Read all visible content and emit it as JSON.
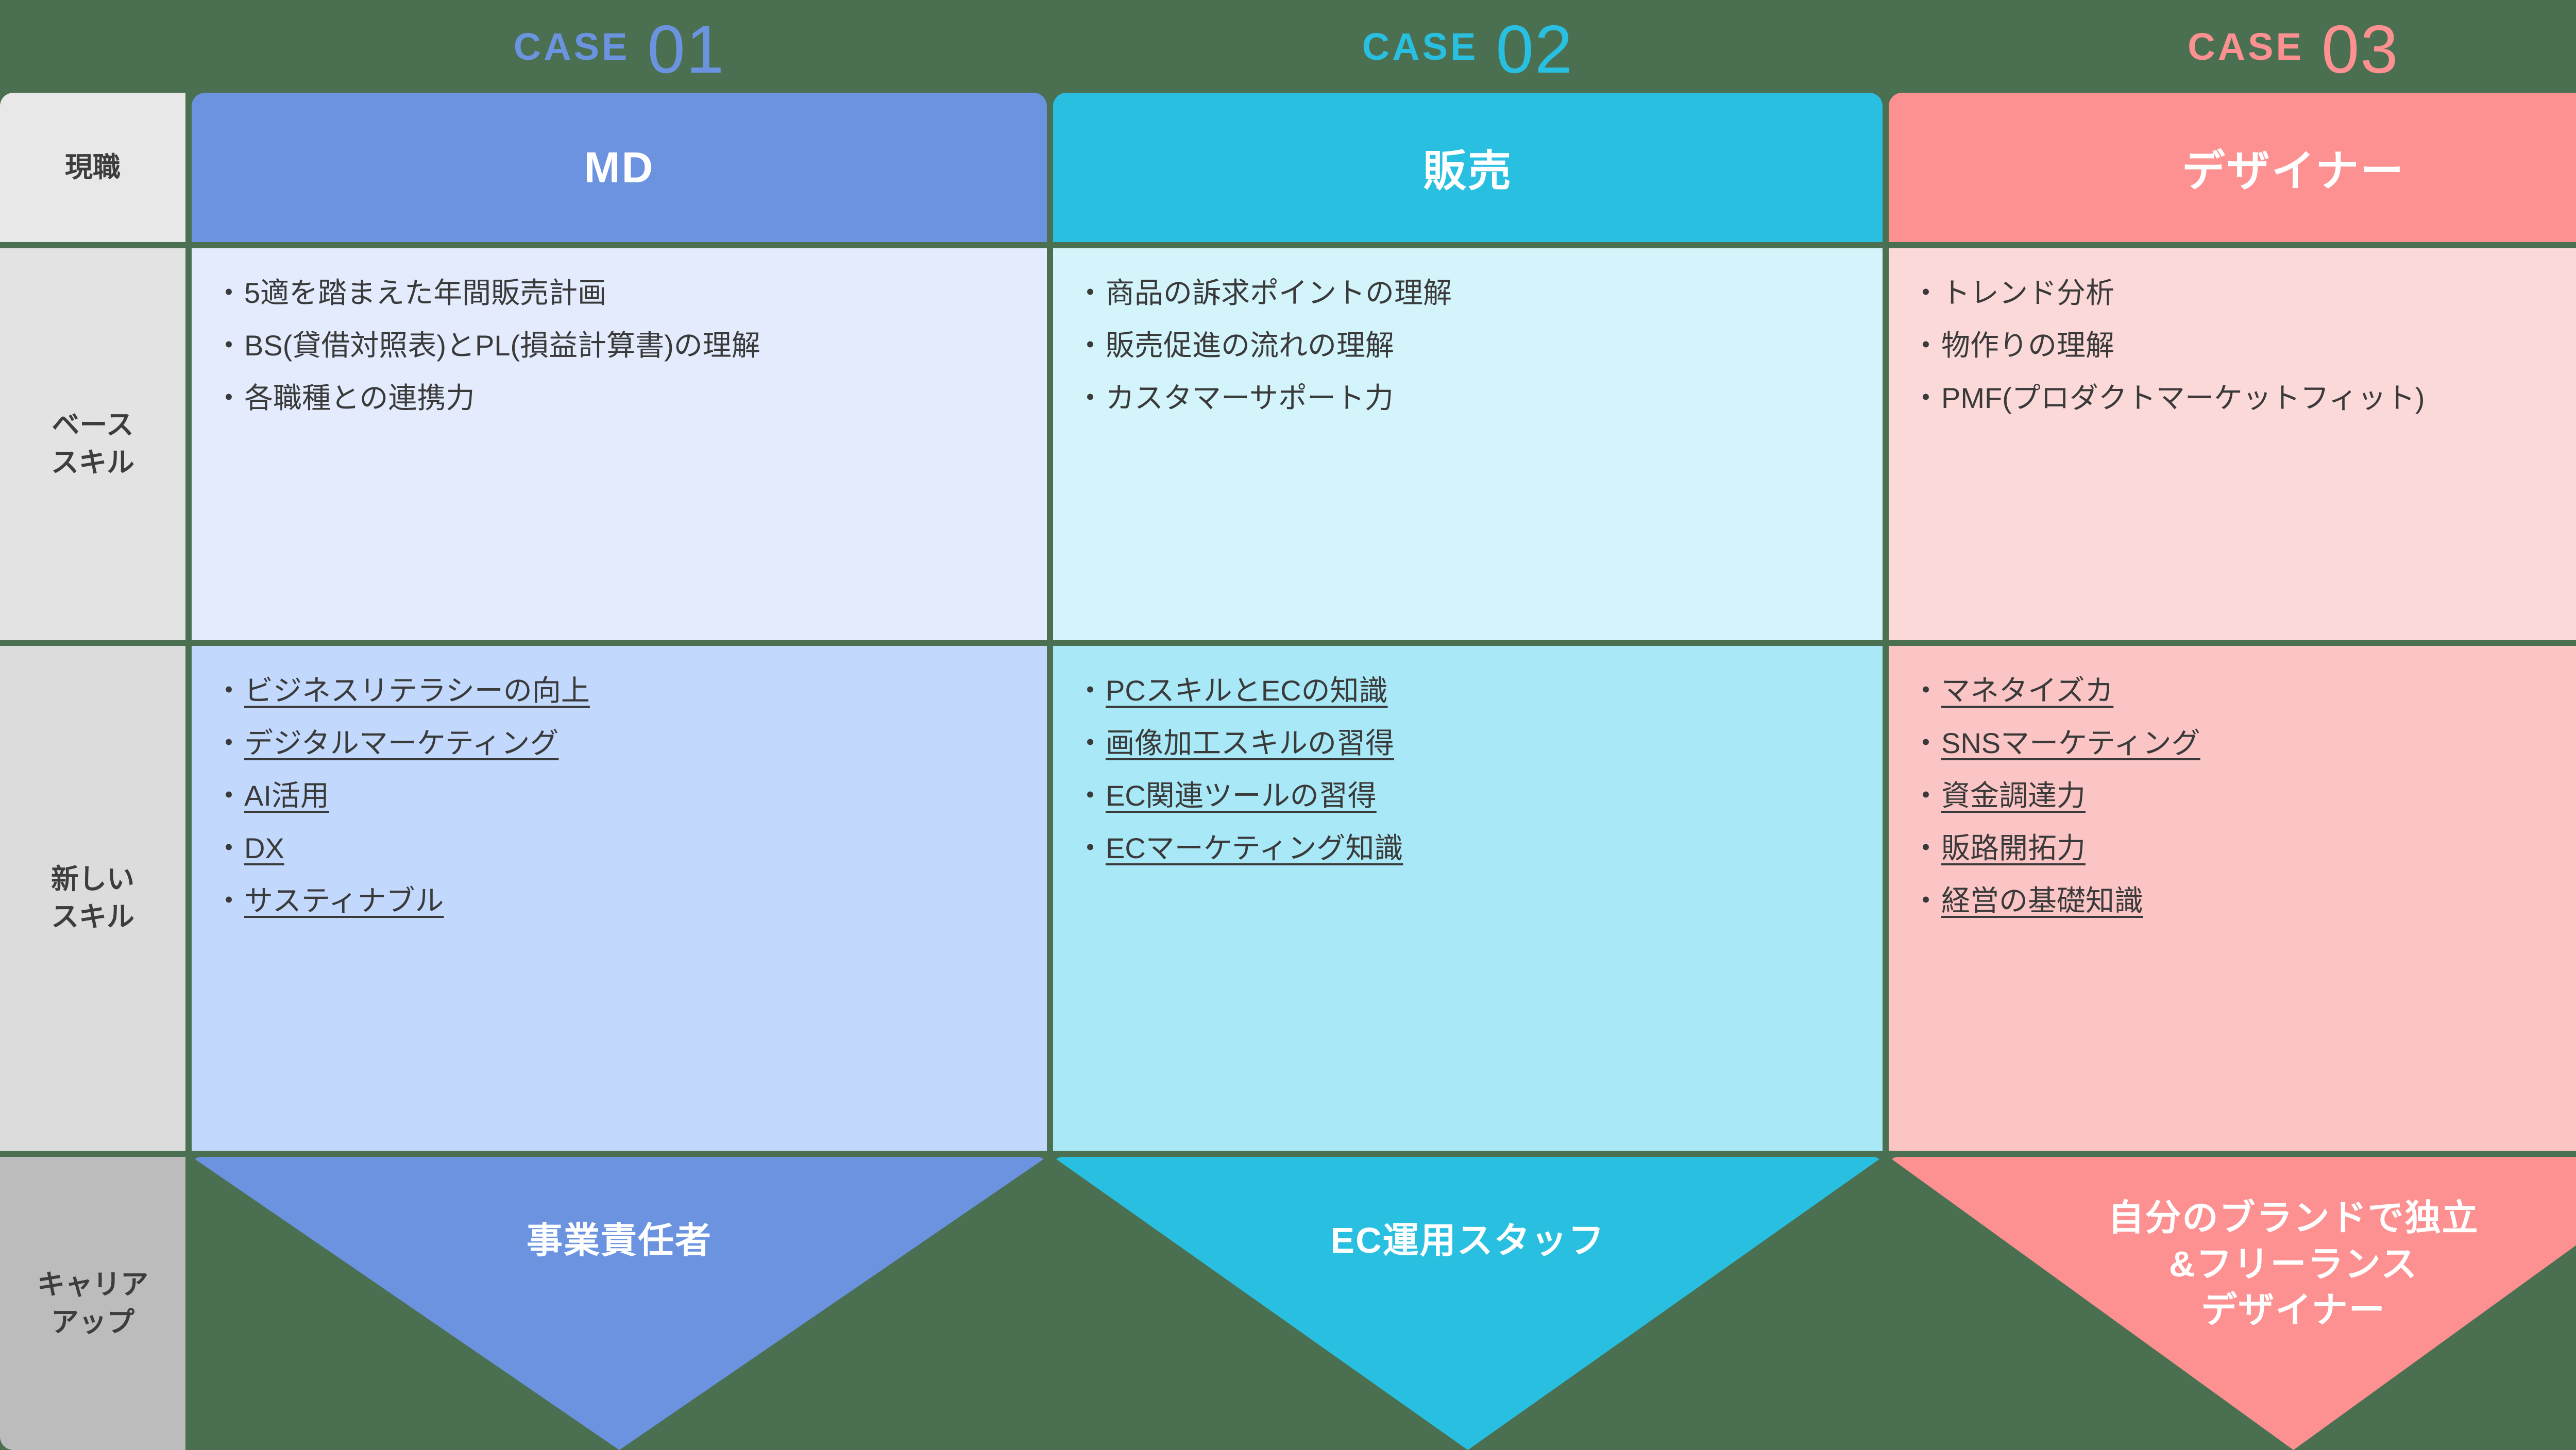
{
  "colors": {
    "background": "#4a7051",
    "case1": "#6b93e0",
    "case2": "#29bfe0",
    "case3": "#fd9090",
    "case1_base_bg": "#e3ebfd",
    "case1_new_bg": "#c2d9fd",
    "case2_base_bg": "#d4f4fb",
    "case2_new_bg": "#a9e8f6",
    "case3_base_bg": "#fcd9d9",
    "case3_new_bg": "#fbc5c5"
  },
  "cases": [
    {
      "word": "CASE",
      "number": "01"
    },
    {
      "word": "CASE",
      "number": "02"
    },
    {
      "word": "CASE",
      "number": "03"
    }
  ],
  "row_labels": {
    "current_job": "現職",
    "base_skill_line1": "ベース",
    "base_skill_line2": "スキル",
    "new_skill_line1": "新しい",
    "new_skill_line2": "スキル",
    "career_up_line1": "キャリア",
    "career_up_line2": "アップ"
  },
  "columns": [
    {
      "job_title": "MD",
      "base_skills": [
        "5適を踏まえた年間販売計画",
        "BS(貸借対照表)とPL(損益計算書)の理解",
        "各職種との連携力"
      ],
      "new_skills": [
        "ビジネスリテラシーの向上",
        "デジタルマーケティング",
        "AI活用",
        "DX",
        "サスティナブル"
      ],
      "career_up": [
        "事業責任者"
      ]
    },
    {
      "job_title": "販売",
      "base_skills": [
        "商品の訴求ポイントの理解",
        "販売促進の流れの理解",
        "カスタマーサポート力"
      ],
      "new_skills": [
        "PCスキルとECの知識",
        "画像加工スキルの習得",
        "EC関連ツールの習得",
        "ECマーケティング知識"
      ],
      "career_up": [
        "EC運用スタッフ"
      ]
    },
    {
      "job_title": "デザイナー",
      "base_skills": [
        "トレンド分析",
        "物作りの理解",
        "PMF(プロダクトマーケットフィット)"
      ],
      "new_skills": [
        "マネタイズカ",
        "SNSマーケティング",
        "資金調達力",
        "販路開拓力",
        "経営の基礎知識"
      ],
      "career_up": [
        "自分のブランドで独立",
        "&フリーランス",
        "デザイナー"
      ]
    }
  ],
  "bullet": "・"
}
